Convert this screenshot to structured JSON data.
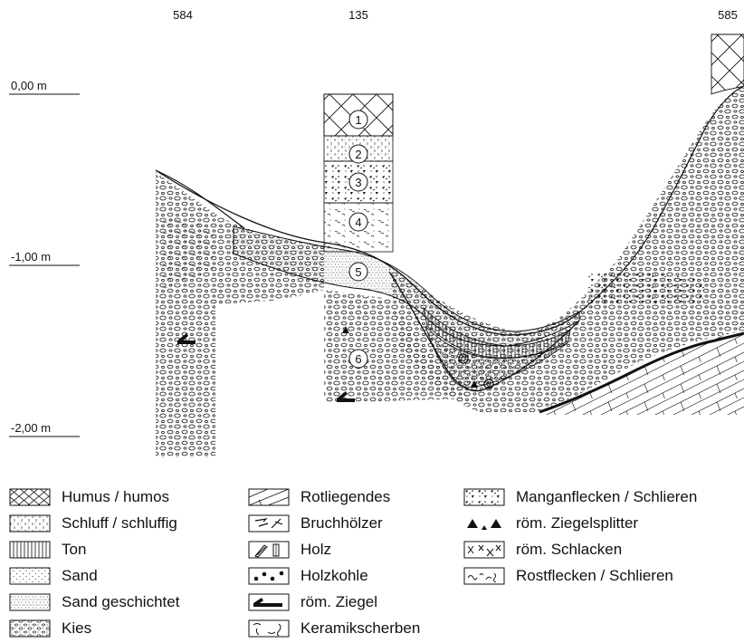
{
  "profile": {
    "columns": [
      "584",
      "135",
      "585"
    ],
    "depths": [
      "0,00 m",
      "-1,00 m",
      "-2,00 m"
    ],
    "layers": [
      "1",
      "2",
      "3",
      "4",
      "5",
      "6"
    ]
  },
  "legend": [
    {
      "label": "Humus / humos",
      "icon": "crosshatch-swatch-icon"
    },
    {
      "label": "Schluff / schluffig",
      "icon": "dashed-lines-swatch-icon"
    },
    {
      "label": "Ton",
      "icon": "vertical-lines-swatch-icon"
    },
    {
      "label": "Sand",
      "icon": "dots-swatch-icon"
    },
    {
      "label": "Sand geschichtet",
      "icon": "layered-dots-swatch-icon"
    },
    {
      "label": "Kies",
      "icon": "pebbles-swatch-icon"
    },
    {
      "label": "Rotliegendes",
      "icon": "bedrock-swatch-icon"
    },
    {
      "label": "Bruchhölzer",
      "icon": "wood-fragments-icon"
    },
    {
      "label": "Holz",
      "icon": "wood-icon"
    },
    {
      "label": "Holzkohle",
      "icon": "charcoal-dots-icon"
    },
    {
      "label": "röm. Ziegel",
      "icon": "brick-icon"
    },
    {
      "label": "Keramikscherben",
      "icon": "sherds-icon"
    },
    {
      "label": "Manganflecken / Schlieren",
      "icon": "manganese-spots-swatch-icon"
    },
    {
      "label": "röm. Ziegelsplitter",
      "icon": "triangles-icon"
    },
    {
      "label": "röm. Schlacken",
      "icon": "slag-crosses-icon"
    },
    {
      "label": "Rostflecken / Schlieren",
      "icon": "rust-spots-icon"
    }
  ]
}
